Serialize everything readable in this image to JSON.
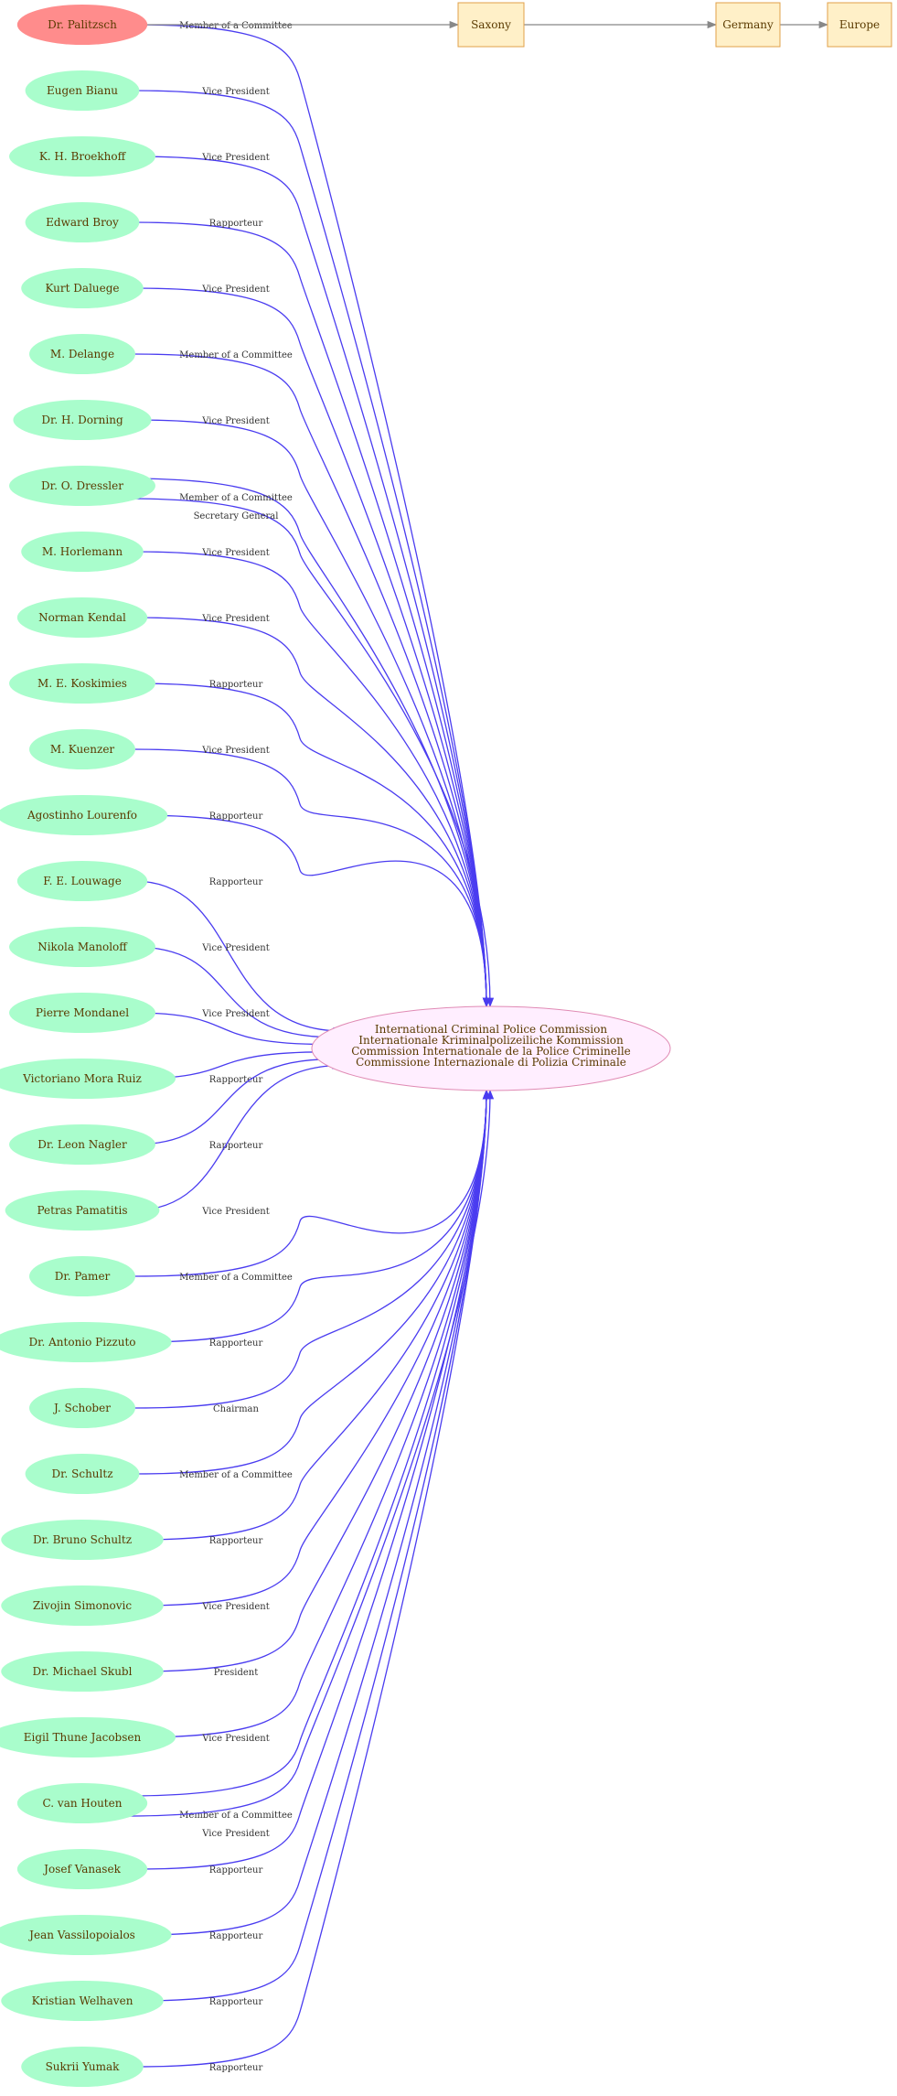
{
  "colors": {
    "person_fill": "#a9fdcc",
    "highlight_fill": "#ff8c8c",
    "place_fill": "#fff0c8",
    "place_stroke": "#e0a04a",
    "center_fill": "#ffeeff",
    "center_stroke": "#e08ab4",
    "edge_blue": "#4a3cf0",
    "edge_gray": "#888888"
  },
  "center_node": {
    "lines": [
      "International Criminal Police Commission",
      "Internationale Kriminalpolizeiliche Kommission",
      "Commission Internationale de la Police Criminelle",
      "Commissione Internazionale di Polizia Criminale"
    ]
  },
  "places": [
    "Saxony",
    "Germany",
    "Europe"
  ],
  "people": [
    {
      "name": "Dr. Palitzsch",
      "highlight": true,
      "edges": [
        "Member of a Committee"
      ]
    },
    {
      "name": "Eugen Bianu",
      "edges": [
        "Vice President"
      ]
    },
    {
      "name": "K. H. Broekhoff",
      "edges": [
        "Vice President"
      ]
    },
    {
      "name": "Edward Broy",
      "edges": [
        "Rapporteur"
      ]
    },
    {
      "name": "Kurt Daluege",
      "edges": [
        "Vice President"
      ]
    },
    {
      "name": "M. Delange",
      "edges": [
        "Member of a Committee"
      ]
    },
    {
      "name": "Dr. H. Dorning",
      "edges": [
        "Vice President"
      ]
    },
    {
      "name": "Dr. O. Dressler",
      "edges": [
        "Member of a Committee",
        "Secretary General"
      ]
    },
    {
      "name": "M. Horlemann",
      "edges": [
        "Vice President"
      ]
    },
    {
      "name": "Norman Kendal",
      "edges": [
        "Vice President"
      ]
    },
    {
      "name": "M. E. Koskimies",
      "edges": [
        "Rapporteur"
      ]
    },
    {
      "name": "M. Kuenzer",
      "edges": [
        "Vice President"
      ]
    },
    {
      "name": "Agostinho Lourenfo",
      "edges": [
        "Rapporteur"
      ]
    },
    {
      "name": "F. E. Louwage",
      "edges": [
        "Rapporteur"
      ]
    },
    {
      "name": "Nikola Manoloff",
      "edges": [
        "Vice President"
      ]
    },
    {
      "name": "Pierre Mondanel",
      "edges": [
        "Vice President"
      ]
    },
    {
      "name": "Victoriano Mora Ruiz",
      "edges": [
        "Rapporteur"
      ]
    },
    {
      "name": "Dr. Leon Nagler",
      "edges": [
        "Rapporteur"
      ]
    },
    {
      "name": "Petras Pamatitis",
      "edges": [
        "Vice President"
      ]
    },
    {
      "name": "Dr. Pamer",
      "edges": [
        "Member of a Committee"
      ]
    },
    {
      "name": "Dr. Antonio Pizzuto",
      "edges": [
        "Rapporteur"
      ]
    },
    {
      "name": "J. Schober",
      "edges": [
        "Chairman"
      ]
    },
    {
      "name": "Dr. Schultz",
      "edges": [
        "Member of a Committee"
      ]
    },
    {
      "name": "Dr. Bruno Schultz",
      "edges": [
        "Rapporteur"
      ]
    },
    {
      "name": "Zivojin Simonovic",
      "edges": [
        "Vice President"
      ]
    },
    {
      "name": "Dr. Michael Skubl",
      "edges": [
        "President"
      ]
    },
    {
      "name": "Eigil Thune Jacobsen",
      "edges": [
        "Vice President"
      ]
    },
    {
      "name": "C. van Houten",
      "edges": [
        "Member of a Committee",
        "Vice President"
      ]
    },
    {
      "name": "Josef Vanasek",
      "edges": [
        "Rapporteur"
      ]
    },
    {
      "name": "Jean Vassilopoialos",
      "edges": [
        "Rapporteur"
      ]
    },
    {
      "name": "Kristian Welhaven",
      "edges": [
        "Rapporteur"
      ]
    },
    {
      "name": "Sukrii Yumak",
      "edges": [
        "Rapporteur"
      ]
    }
  ]
}
